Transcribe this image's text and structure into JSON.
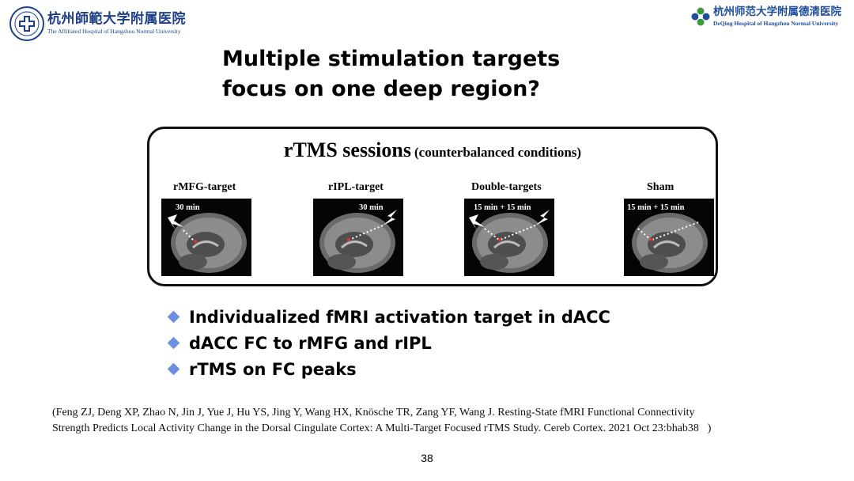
{
  "header": {
    "left_logo": {
      "icon": "hospital-seal-icon",
      "name_cn": "杭州師範大学附属医院",
      "name_en": "The Affiliated Hospital of Hangzhou Normal University"
    },
    "right_logo": {
      "icon": "flower-logo-icon",
      "name_cn": "杭州师范大学附属德清医院",
      "name_en": "DeQing Hospital of Hangzhou Normal University"
    }
  },
  "title": {
    "line1": "Multiple stimulation targets",
    "line2": "focus on one deep region?"
  },
  "panel": {
    "heading": "rTMS sessions",
    "subheading": "(counterbalanced conditions)",
    "conditions": [
      {
        "label": "rMFG-target",
        "duration": "30 min"
      },
      {
        "label": "rIPL-target",
        "duration": "30 min"
      },
      {
        "label": "Double-targets",
        "duration": "15 min  +  15 min"
      },
      {
        "label": "Sham",
        "duration": "15 min  +  15 min"
      }
    ]
  },
  "bullets": [
    "Individualized fMRI activation target in dACC",
    "dACC FC to rMFG and rIPL",
    "rTMS on FC peaks"
  ],
  "citation": {
    "line1": "(Feng ZJ, Deng XP, Zhao N, Jin J, Yue J, Hu YS, Jing Y, Wang HX, Knösche TR, Zang YF, Wang J. Resting-State fMRI Functional Connectivity",
    "line2": "Strength Predicts Local Activity Change in the Dorsal Cingulate Cortex: A Multi-Target Focused rTMS Study. Cereb Cortex. 2021 Oct 23:bhab38\u0000)"
  },
  "page_number": "38",
  "colors": {
    "bullet": "#6d8fe0",
    "brand_blue": "#1d3f8a",
    "target_red": "#e03030"
  }
}
